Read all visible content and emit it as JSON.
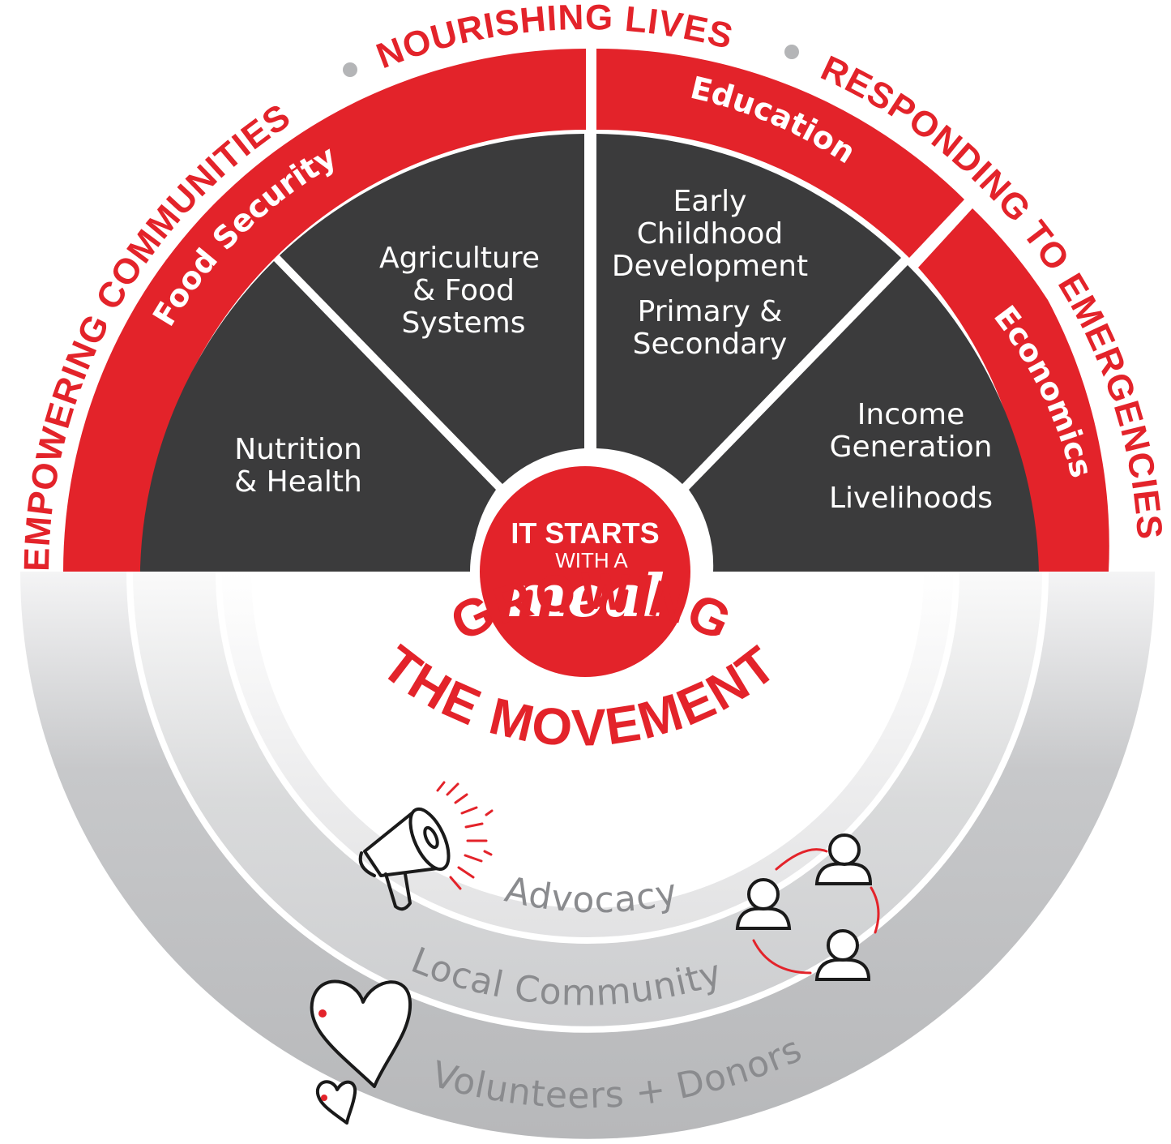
{
  "outer_ring": {
    "left_arc": "EMPOWERING COMMUNITIES",
    "top_arc": "NOURISHING LIVES",
    "right_arc": "RESPONDING TO EMERGENCIES"
  },
  "bands": {
    "food_security": "Food Security",
    "education": "Education",
    "economics": "Economics"
  },
  "wedges": {
    "nutrition": [
      "Nutrition",
      "& Health"
    ],
    "agriculture": [
      "Agriculture",
      "& Food",
      "Systems"
    ],
    "education": [
      "Early",
      "Childhood",
      "Development",
      "Primary &",
      "Secondary"
    ],
    "economics": [
      "Income",
      "Generation",
      "Livelihoods"
    ]
  },
  "logo": {
    "line1": "IT STARTS",
    "line2": "WITH A",
    "line3": "meal"
  },
  "movement": {
    "line1": "GROWING",
    "line2": "THE MOVEMENT"
  },
  "rings": {
    "advocacy": "Advocacy",
    "local_community": "Local Community",
    "volunteers": "Volunteers + Donors"
  },
  "icons": [
    "megaphone-icon",
    "people-network-icon",
    "hearts-icon"
  ],
  "colors": {
    "red": "#e3232a",
    "dark": "#3b3b3c",
    "gray_light": "#e6e6e7",
    "gray_mid": "#cfcfd1",
    "gray_dark": "#b9babc",
    "separator": "#c9c9cb"
  }
}
